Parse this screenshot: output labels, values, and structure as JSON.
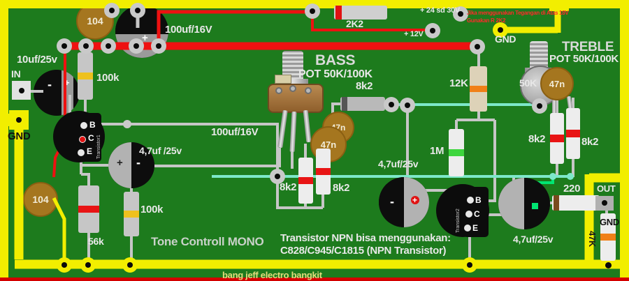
{
  "colors": {
    "board_green": "#1d7b1d",
    "border_yellow": "#f2ee00",
    "trace_red": "#ee1111",
    "wire_teal": "#7de8c9",
    "wire_green": "#00e673",
    "lead_grey": "#c6c6c6",
    "cap_brown": "#a5761f",
    "warning_text": "#ff2a2a",
    "footer_text": "#e4dc7c"
  },
  "title": "Tone Controll MONO",
  "footer": "bang jeff electro bangkit",
  "note": {
    "line1": "Transistor NPN bisa menggunakan:",
    "line2": "C828/C945/C1815 (NPN Transistor)"
  },
  "warning": {
    "line1": "Jika menggunakan Tegangan di Atas 18V",
    "line2": "Gunakan R 2K2"
  },
  "power": {
    "v24": "+ 24 sd 30V",
    "v12": "+ 12V",
    "gnd_top": "GND",
    "gnd_left": "GND",
    "gnd_right": "GND"
  },
  "io": {
    "input": "IN",
    "output": "OUT"
  },
  "pots": {
    "bass": {
      "name": "BASS",
      "spec": "POT 50K/100K"
    },
    "treble": {
      "name": "TREBLE",
      "spec": "POT 50K/100K",
      "knob": "50K"
    }
  },
  "capacitors": {
    "c104_top": "104",
    "c104_bottom": "104",
    "c100uf_top": "100uf/16V",
    "c100uf_mid": "100uf/16V",
    "c10uf": "10uf/25v",
    "c47u_in": "4,7uf /25v",
    "c47u_mid": "4,7uf/25v",
    "c47u_out": "4,7uf/25v",
    "c47n_bass1": "47n",
    "c47n_bass2": "47n",
    "c47n_treble": "47n"
  },
  "signs": {
    "plus": "+",
    "minus": "-"
  },
  "resistors": {
    "r2k2": {
      "label": "2K2",
      "body": "#cfcfcf",
      "bands": [
        "#e01212",
        "#e01212",
        "#e01212",
        "#e01212"
      ]
    },
    "r100k_top": {
      "label": "100k",
      "body": "#c6c6c6",
      "bands": [
        "#7a4a1e",
        "#1a1a1a",
        "#eec11e"
      ]
    },
    "r100k_bottom": {
      "label": "100k",
      "body": "#c6c6c6",
      "bands": [
        "#7a4a1e",
        "#1a1a1a",
        "#eec11e"
      ]
    },
    "r56k": {
      "label": "56k",
      "body": "#c6c6c6",
      "bands": [
        "#38c438",
        "#2a2ae0",
        "#e81414"
      ]
    },
    "r12k": {
      "label": "12K",
      "body": "#ddd2b8",
      "bands": [
        "#7a4a1e",
        "#e81414",
        "#f08018"
      ]
    },
    "r1m": {
      "label": "1M",
      "body": "#ededed",
      "bands": [
        "#161616",
        "#7a4a1e",
        "#3ed63e"
      ]
    },
    "r8k2_bass": {
      "label": "8k2",
      "body": "#b9b9b9",
      "bands": [
        "#e01212",
        "#e01212",
        "#555555"
      ]
    },
    "r8k2_mid_left": {
      "label": "8k2",
      "body": "#ededed",
      "bands": [
        "#3a3a3a",
        "#e81414",
        "#e81414"
      ]
    },
    "r8k2_mid_right": {
      "label": "8k2",
      "body": "#ededed",
      "bands": [
        "#3a3a3a",
        "#e81414",
        "#e81414"
      ]
    },
    "r8k2_treble_left": {
      "label": "8k2",
      "body": "#ededed",
      "bands": [
        "#3a3a3a",
        "#e81414",
        "#e81414"
      ]
    },
    "r8k2_treble_right": {
      "label": "8k2",
      "body": "#ededed",
      "bands": [
        "#3a3a3a",
        "#e81414",
        "#e81414"
      ]
    },
    "r220": {
      "label": "220",
      "body": "#ededed",
      "bands": [
        "#e81414",
        "#e81414",
        "#e81414",
        "#7a4a1e"
      ]
    },
    "r47k": {
      "label": "47K",
      "body": "#ededed",
      "bands": [
        "#eec11e",
        "#8d22b2",
        "#f08018"
      ]
    }
  },
  "transistors": {
    "t1": {
      "name": "Transistor1",
      "pins": [
        "B",
        "C",
        "E"
      ]
    },
    "t2": {
      "name": "Transistor2",
      "pins": [
        "B",
        "C",
        "E"
      ]
    }
  }
}
